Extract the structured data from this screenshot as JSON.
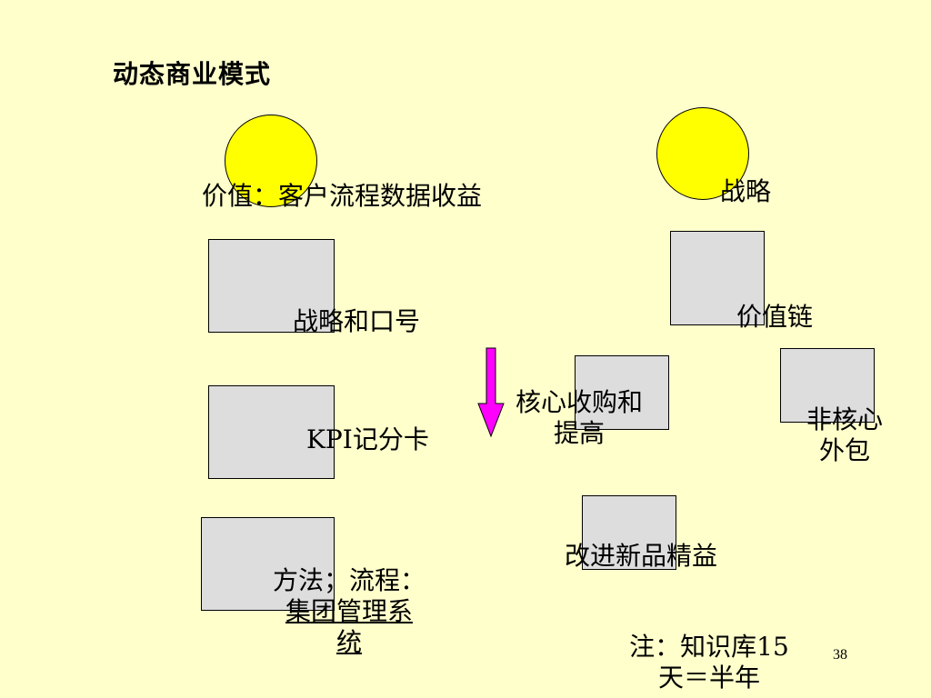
{
  "slide": {
    "title": "动态商业模式",
    "page_number": "38"
  },
  "colors": {
    "background": "#ffffcc",
    "circle_fill": "#ffff00",
    "box_fill": "#dddddd",
    "arrow_fill": "#ff00ff"
  },
  "left_column": {
    "value_label": "价值：客户流程数据收益",
    "strategy_slogan_label": "战略和口号",
    "kpi_label": "KPI记分卡",
    "method_line1": "方法；流程：",
    "method_line2": "集团管理系",
    "method_line3": "统"
  },
  "right_column": {
    "strategy_label": "战略",
    "value_chain_label": "价值链",
    "core_line1": "核心收购和",
    "core_line2": "提高",
    "noncore_line1": "非核心",
    "noncore_line2": "外包",
    "improve_label": "改进新品精益",
    "note_line1": "注：知识库15",
    "note_line2": "天＝半年"
  }
}
